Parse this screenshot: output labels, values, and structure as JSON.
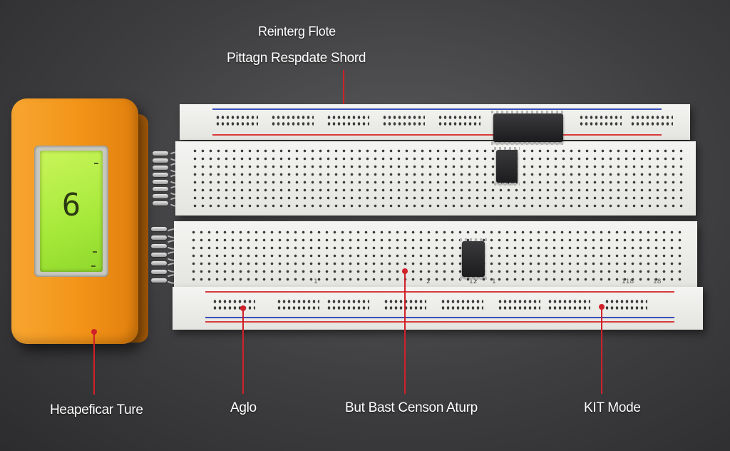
{
  "labels": {
    "top_title": "Reinterg Flote",
    "top_subtitle": "Pittagn Respdate Shord",
    "meter_caption": "Heapeficar Ture",
    "aglo_caption": "Aglo",
    "center_caption": "But Bast Censon Aturp",
    "kit_caption": "KIT Mode"
  },
  "meter": {
    "display_value": "6"
  },
  "board_marks": {
    "mark_1": "1",
    "mark_2": "2",
    "mark_3": "12",
    "mark_4": "1",
    "mark_5": "118",
    "mark_6": "18"
  },
  "colors": {
    "leader": "#d0202a",
    "meter_body": "#f39418",
    "lcd": "#a6e93a",
    "rail_red": "#d83a3a",
    "rail_blue": "#3a4fb8"
  }
}
